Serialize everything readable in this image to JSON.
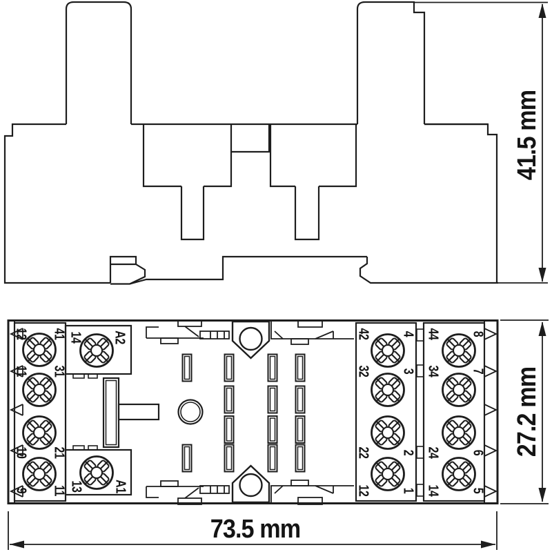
{
  "dimensions": {
    "overall_height": "41.5 mm",
    "socket_height": "27.2 mm",
    "socket_width": "73.5 mm"
  },
  "bottom_view": {
    "left_outer_column": {
      "rows": [
        {
          "left": "12",
          "right": "41"
        },
        {
          "left": "11",
          "right": "31"
        },
        {
          "left": "10",
          "right": "21"
        },
        {
          "left": "9",
          "right": "11"
        }
      ]
    },
    "coil_column": {
      "rows": [
        {
          "left": "14",
          "right": "A2"
        },
        {
          "left": "13",
          "right": "A1"
        }
      ]
    },
    "inner_right_column": {
      "rows": [
        {
          "left": "42",
          "right": "4"
        },
        {
          "left": "32",
          "right": "3"
        },
        {
          "left": "22",
          "right": "2"
        },
        {
          "left": "12",
          "right": "1"
        }
      ]
    },
    "outer_right_column": {
      "rows": [
        {
          "left": "44",
          "right": "8"
        },
        {
          "left": "34",
          "right": "7"
        },
        {
          "left": "24",
          "right": "6"
        },
        {
          "left": "14",
          "right": "5"
        }
      ]
    }
  },
  "colors": {
    "line": "#1d1d1d",
    "background": "#ffffff"
  }
}
